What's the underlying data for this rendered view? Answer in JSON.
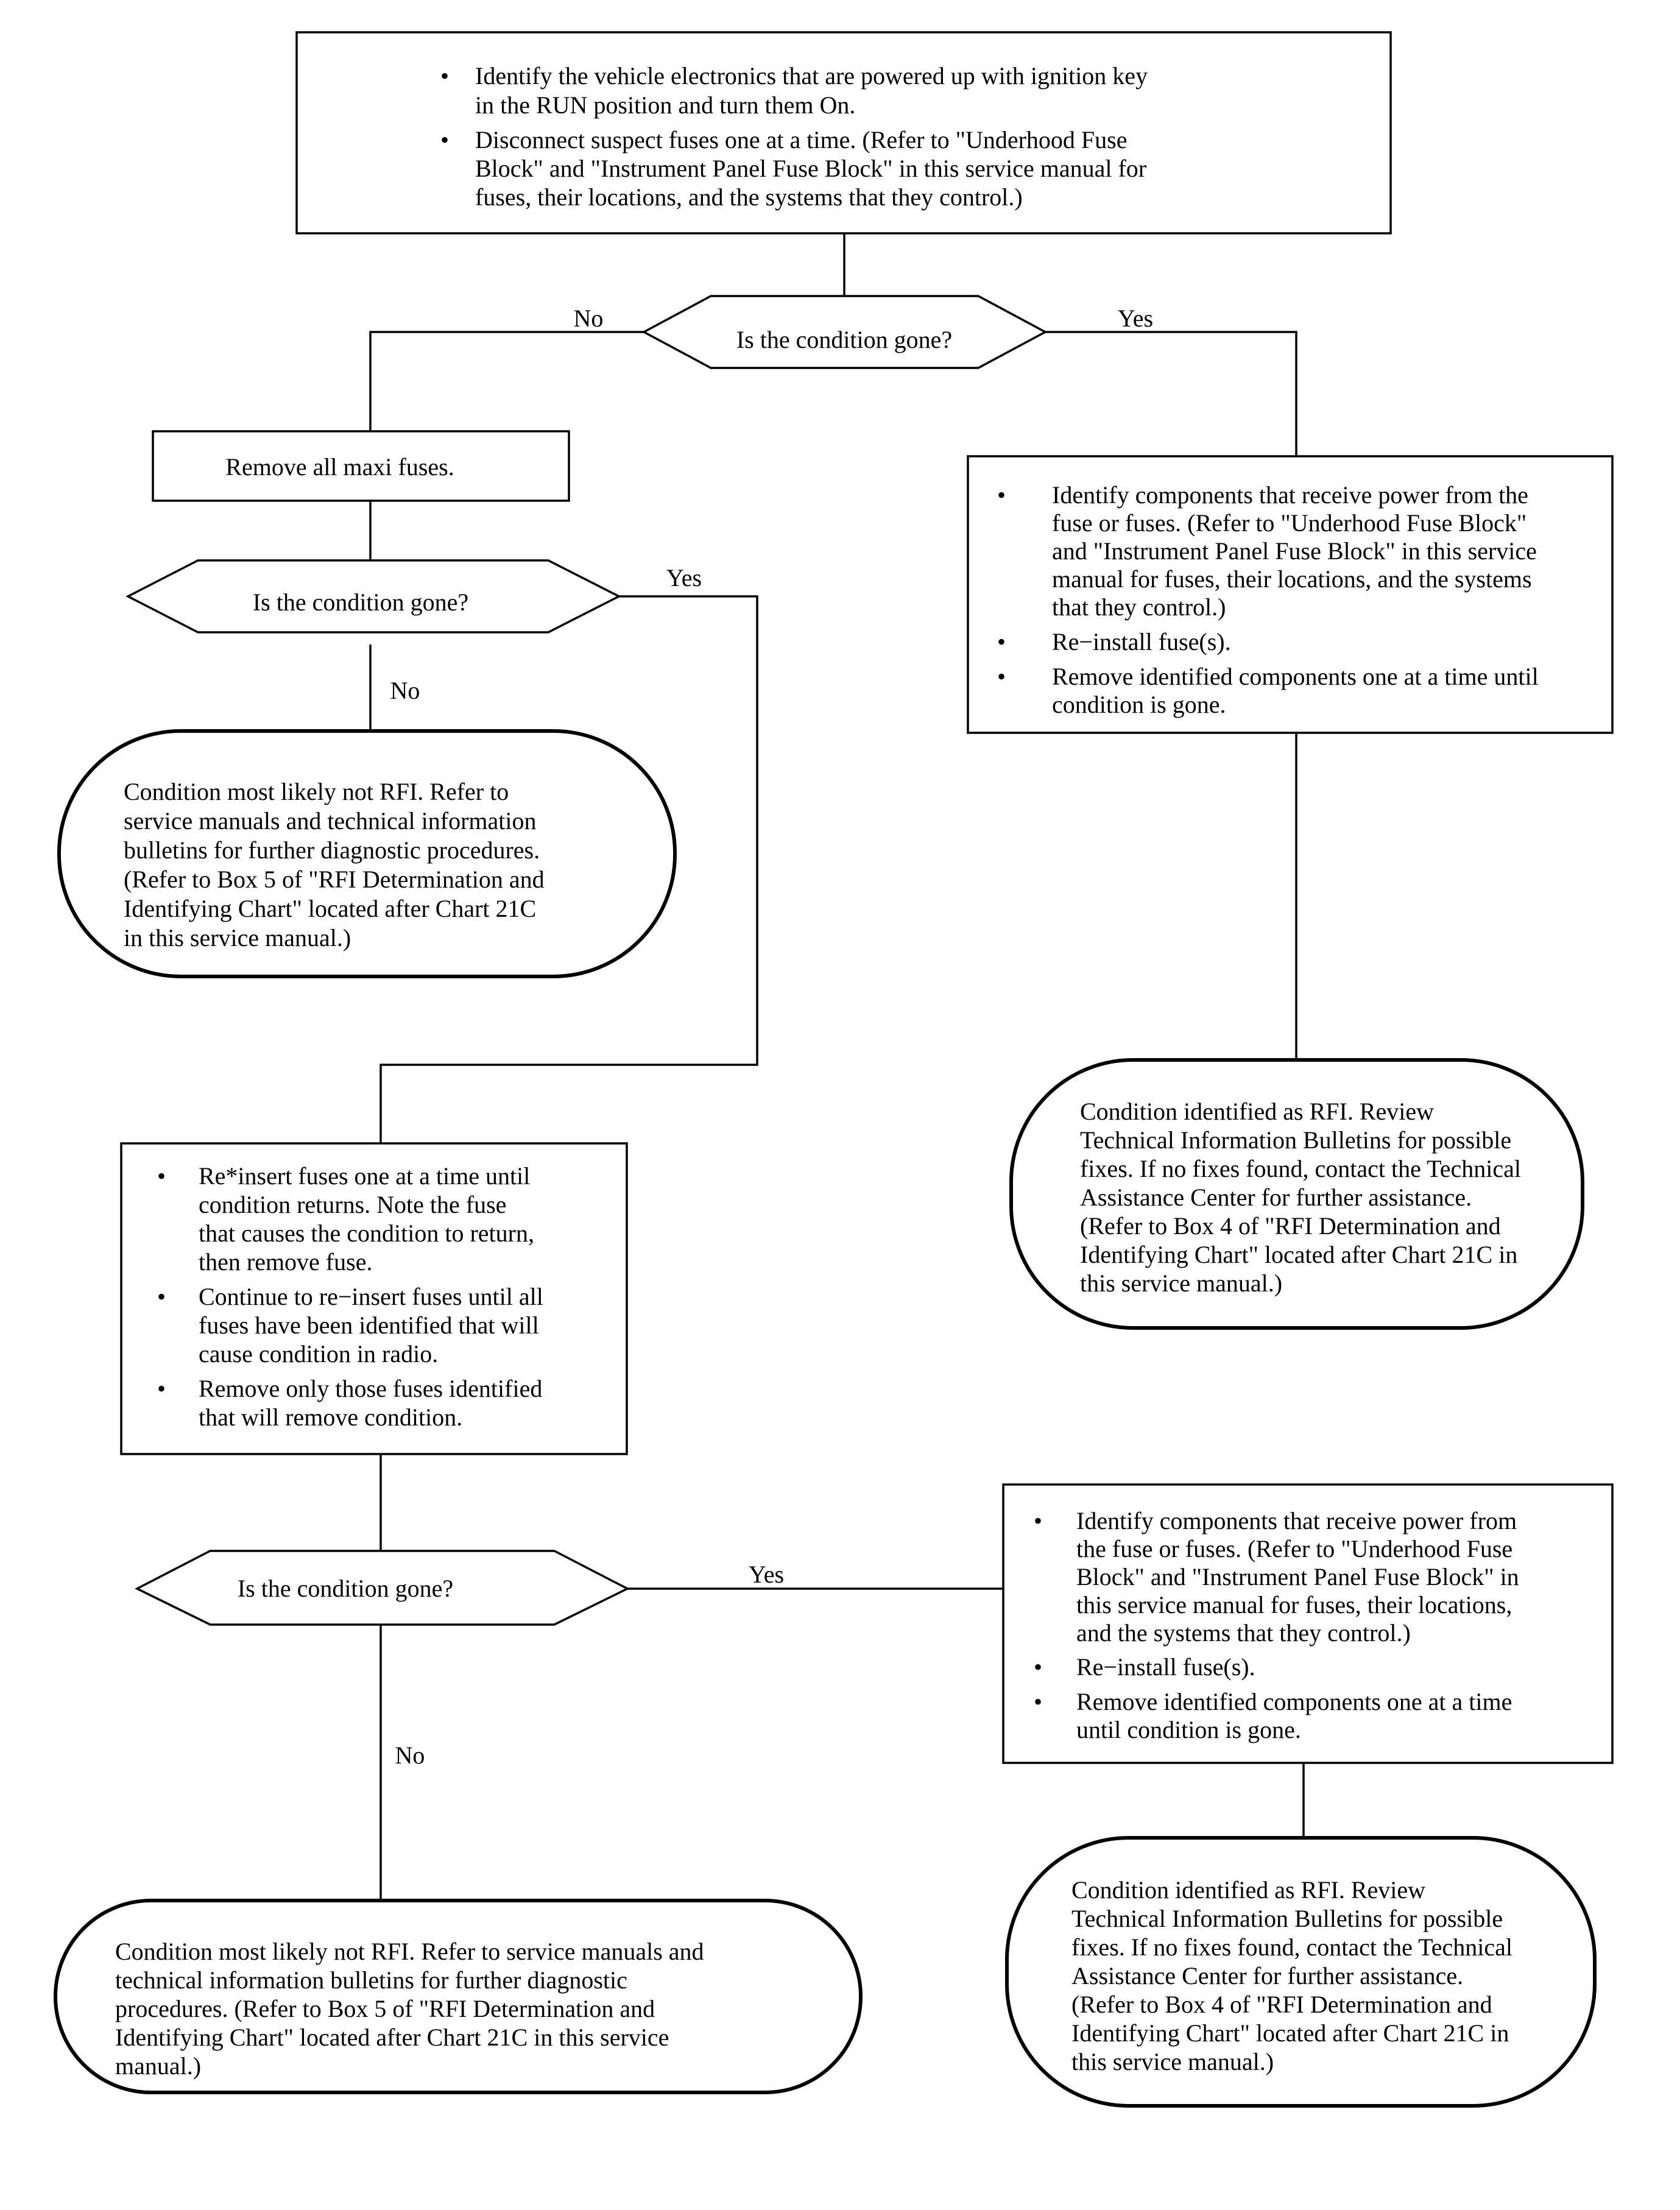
{
  "top_box": {
    "bullets": [
      [
        "Identify the vehicle electronics that are powered up with ignition key",
        "in the RUN position and turn them On."
      ],
      [
        "Disconnect suspect fuses one at a time. (Refer to \"Underhood Fuse",
        "Block\" and \"Instrument Panel Fuse Block\" in this service manual for",
        "fuses, their locations, and the systems that they control.)"
      ]
    ]
  },
  "decision_1": {
    "text": "Is the condition gone?",
    "no": "No",
    "yes": "Yes"
  },
  "remove_maxi": {
    "text": "Remove all maxi fuses."
  },
  "decision_2": {
    "text": "Is the condition gone?",
    "no": "No",
    "yes": "Yes"
  },
  "not_rfi_1": {
    "lines": [
      "Condition most likely not RFI. Refer to",
      "service manuals and technical information",
      "bulletins for further diagnostic procedures.",
      "(Refer to Box 5 of \"RFI Determination and",
      "Identifying Chart\" located after Chart 21C",
      "in this service manual.)"
    ]
  },
  "identify_box_1": {
    "bullet": "•",
    "bullets": [
      [
        "Identify components that receive power from the",
        "fuse or fuses. (Refer to \"Underhood Fuse Block\"",
        "and \"Instrument Panel Fuse Block\" in this service",
        "manual for fuses, their locations, and the systems",
        "that they control.)"
      ],
      [
        "Re−install fuse(s)."
      ],
      [
        "Remove identified components one at a time until",
        "condition is gone."
      ]
    ]
  },
  "rfi_1": {
    "lines": [
      "Condition identified as RFI. Review",
      "Technical Information Bulletins for possible",
      "fixes. If no fixes found, contact the Technical",
      "Assistance Center for further assistance.",
      "(Refer to Box 4 of \"RFI Determination and",
      "Identifying Chart\" located after Chart 21C in",
      "this service manual.)"
    ]
  },
  "reinsert_box": {
    "bullet": "•",
    "bullets": [
      [
        "Re*insert fuses one at a time until",
        "condition returns. Note the fuse",
        "that causes the condition to return,",
        "then remove fuse."
      ],
      [
        "Continue to re−insert fuses until all",
        "fuses have been identified that will",
        "cause condition in radio."
      ],
      [
        "Remove only those fuses identified",
        "that will remove condition."
      ]
    ]
  },
  "decision_3": {
    "text": "Is the condition gone?",
    "no": "No",
    "yes": "Yes"
  },
  "identify_box_2": {
    "bullet": "•",
    "bullets": [
      [
        "Identify components that receive power from",
        "the fuse or fuses. (Refer to \"Underhood Fuse",
        "Block\" and \"Instrument Panel Fuse Block\" in",
        "this service manual for fuses, their locations,",
        "and the systems that they control.)"
      ],
      [
        "Re−install fuse(s)."
      ],
      [
        "Remove identified components one at a time",
        "until condition is gone."
      ]
    ]
  },
  "not_rfi_2": {
    "lines": [
      "Condition most likely not RFI. Refer to service manuals and",
      "technical information bulletins for further diagnostic",
      "procedures. (Refer to Box 5 of \"RFI Determination and",
      "Identifying Chart\" located after Chart 21C in this service",
      "manual.)"
    ]
  },
  "rfi_2": {
    "lines": [
      "Condition identified as RFI. Review",
      "Technical Information Bulletins for possible",
      "fixes. If no fixes found, contact the Technical",
      "Assistance Center for further assistance.",
      "(Refer to Box 4 of \"RFI Determination and",
      "Identifying Chart\" located after Chart 21C in",
      "this service manual.)"
    ]
  }
}
